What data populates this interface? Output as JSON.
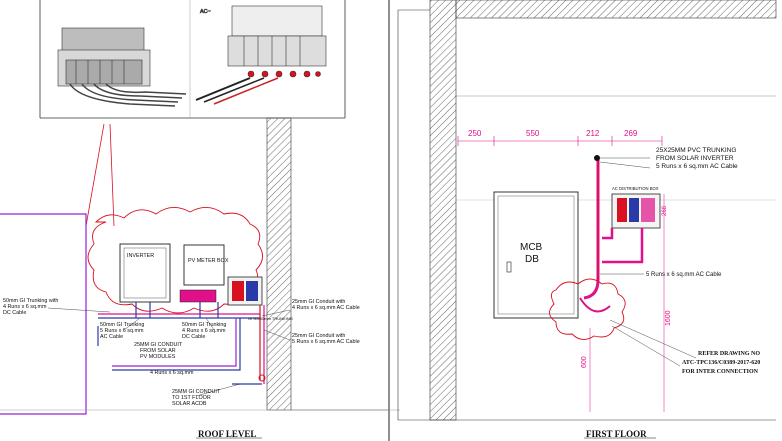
{
  "colors": {
    "pink": "#e0108a",
    "red": "#d81020",
    "purple": "#9a20d8",
    "blue": "#2a3aa8",
    "hatch": "#555555"
  },
  "roof": {
    "ac_label": "AC~",
    "inverter": "INVERTER",
    "meter_box": "PV METER BOX",
    "notes": {
      "dc_cable": [
        "50mm GI Trunking with",
        "4 Runs x 6 sq.mm",
        "DC Cable"
      ],
      "trunking_ac": [
        "50mm GI Trunking",
        "5 Runs x 6 sq.mm",
        "AC Cable"
      ],
      "trunking_dc": [
        "50mm GI Trunking",
        "4 Runs x 6 sq.mm",
        "DC Cable"
      ],
      "conduit_solar": [
        "25MM GI CONDUIT",
        "FROM SOLAR",
        "PV MODULES"
      ],
      "runs4": "4 Runs x 6 sq.mm",
      "gi_trunking": "GI 50x50mm TRUNKING",
      "conduit_ac_top": [
        "25mm GI Conduit with",
        "4 Runs x 6 sq.mm AC Cable"
      ],
      "conduit_ac_bottom": [
        "25mm GI Conduit with",
        "5 Runs x 6 sq.mm AC Cable"
      ],
      "conduit_first_floor": [
        "25MM GI CONDUIT",
        "TO 1ST FLOOR",
        "SOLAR ACDB"
      ]
    },
    "title": "ROOF LEVEL"
  },
  "first": {
    "dims": [
      "250",
      "550",
      "212",
      "269"
    ],
    "dim_vert": [
      "268",
      "1600",
      "600"
    ],
    "mcb": [
      "MCB",
      "DB"
    ],
    "ac_box": "AC DISTRIBUTION BOX",
    "notes": {
      "pvc": [
        "25X25MM PVC TRUNKING",
        "FROM SOLAR INVERTER",
        "5 Runs x 6 sq.mm AC Cable"
      ],
      "ac_cable": "5 Runs x 6 sq.mm AC Cable"
    },
    "refer": [
      "REFER DRAWING NO",
      "ATC-TPC136/C0389-2017-620",
      "FOR INTER CONNECTION"
    ],
    "title": "FIRST FLOOR"
  }
}
